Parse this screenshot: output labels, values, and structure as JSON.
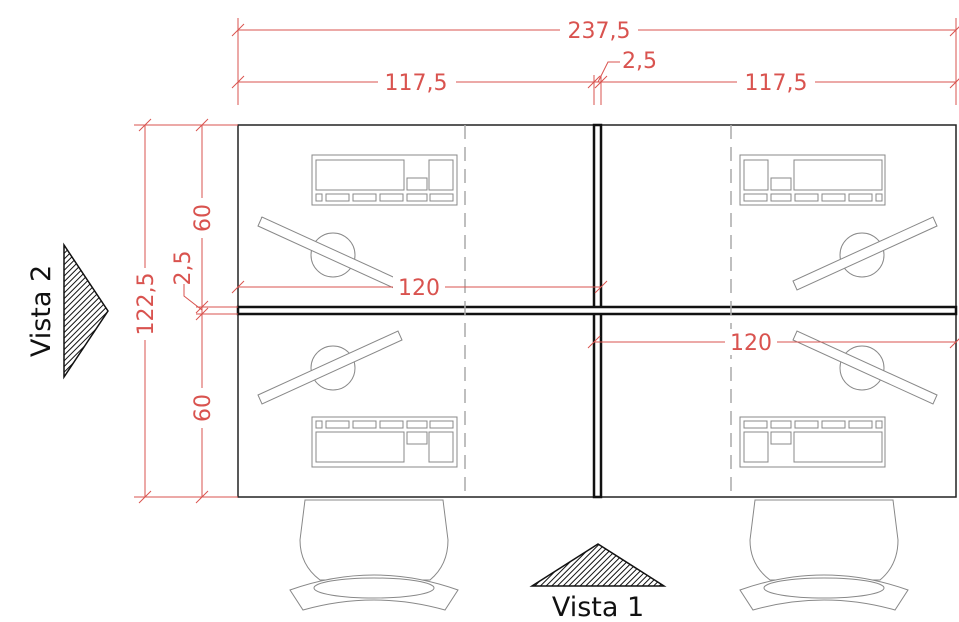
{
  "dimensions": {
    "overall_width": "237,5",
    "divider_gap_top": "2,5",
    "left_desk_width": "117,5",
    "right_desk_width": "117,5",
    "overall_depth": "122,5",
    "top_row_depth": "60",
    "divider_gap_side": "2,5",
    "bottom_row_depth": "60",
    "left_top_span": "120",
    "right_bottom_span": "120"
  },
  "labels": {
    "view_1": "Vista 1",
    "view_2": "Vista 2"
  },
  "colors": {
    "dimension": "#d9534f",
    "outline": "#222222",
    "furniture": "#888888",
    "hatch": "#111111"
  }
}
